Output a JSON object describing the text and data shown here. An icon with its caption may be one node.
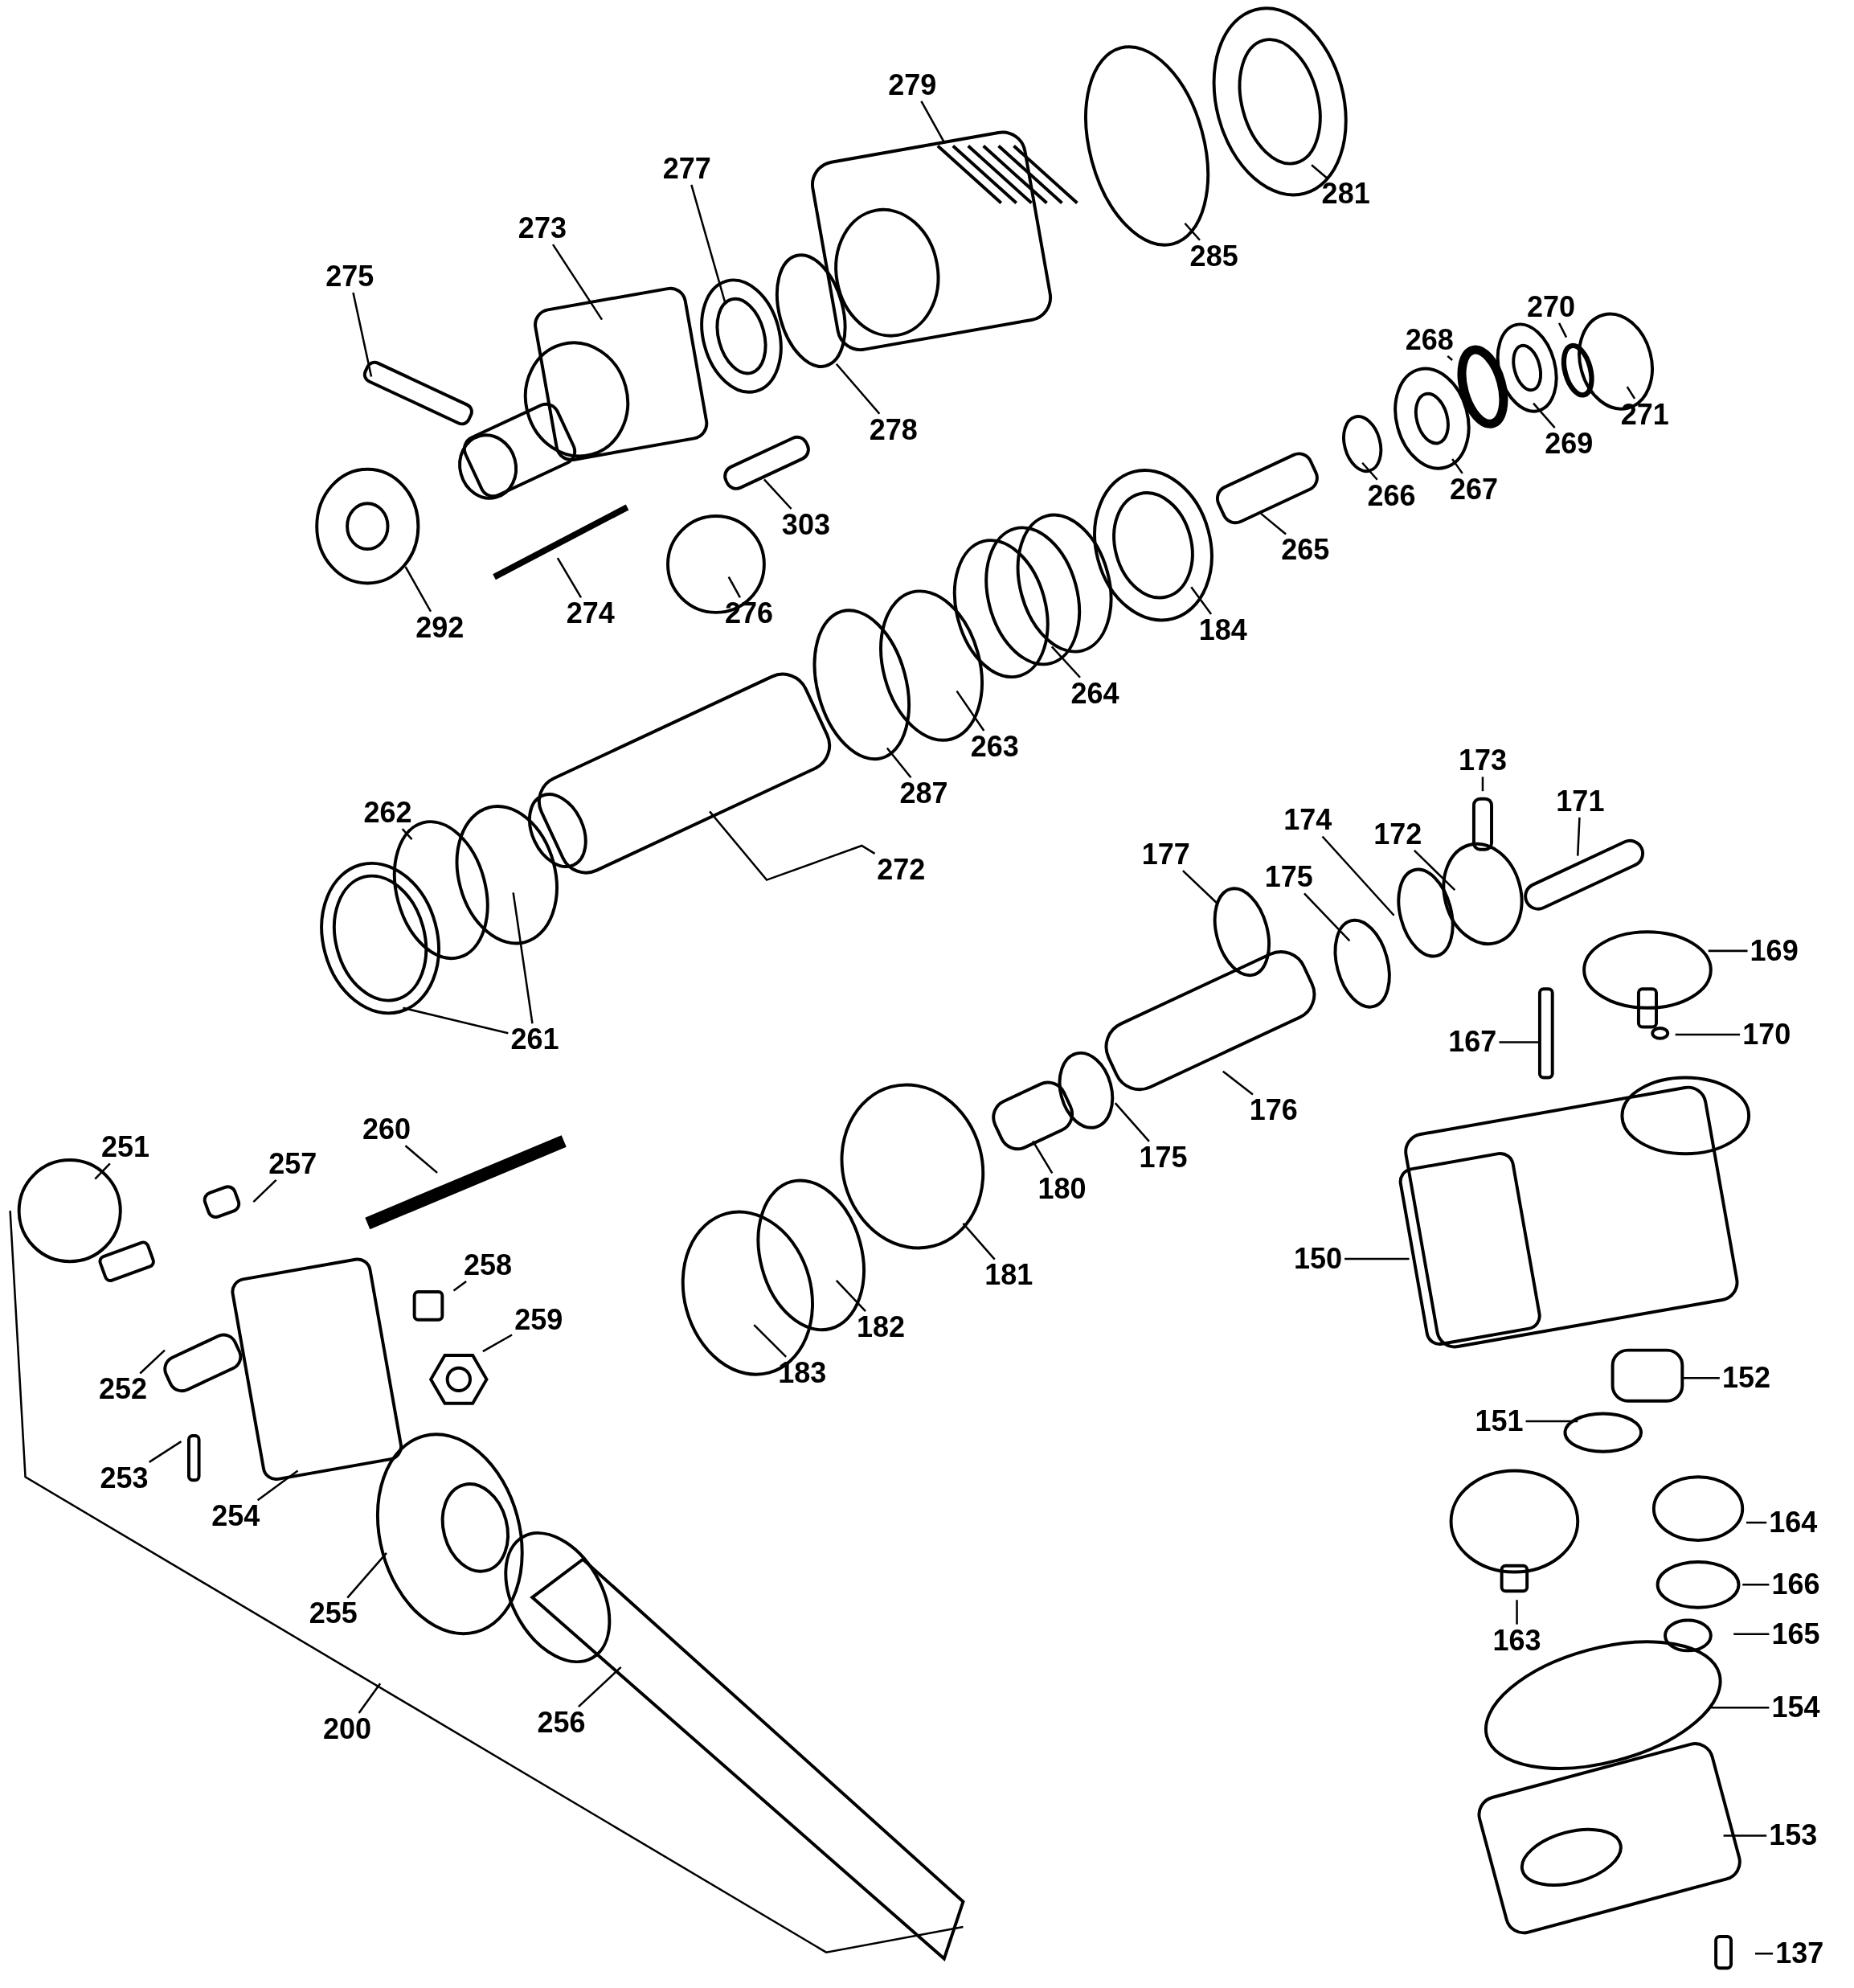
{
  "diagram": {
    "nodes": [
      {
        "text": [
          "279"
        ]
      },
      {
        "text": [
          "281"
        ]
      },
      {
        "text": [
          "285"
        ]
      },
      {
        "text": [
          "277"
        ]
      },
      {
        "text": [
          "273"
        ]
      },
      {
        "text": [
          "275"
        ]
      },
      {
        "text": [
          "278"
        ]
      },
      {
        "text": [
          "270"
        ]
      },
      {
        "text": [
          "268"
        ]
      },
      {
        "text": [
          "271"
        ]
      },
      {
        "text": [
          "269"
        ]
      },
      {
        "text": [
          "303"
        ]
      },
      {
        "text": [
          "267"
        ]
      },
      {
        "text": [
          "266"
        ]
      },
      {
        "text": [
          "265"
        ]
      },
      {
        "text": [
          "292"
        ]
      },
      {
        "text": [
          "274"
        ]
      },
      {
        "text": [
          "276"
        ]
      },
      {
        "text": [
          "184"
        ]
      },
      {
        "text": [
          "264"
        ]
      },
      {
        "text": [
          "263"
        ]
      },
      {
        "text": [
          "287"
        ]
      },
      {
        "text": [
          "262"
        ]
      },
      {
        "text": [
          "173"
        ]
      },
      {
        "text": [
          "171"
        ]
      },
      {
        "text": [
          "272"
        ]
      },
      {
        "text": [
          "177"
        ]
      },
      {
        "text": [
          "174"
        ]
      },
      {
        "text": [
          "172"
        ]
      },
      {
        "text": [
          "175"
        ]
      },
      {
        "text": [
          "169"
        ]
      },
      {
        "text": [
          "261"
        ]
      },
      {
        "text": [
          "170"
        ]
      },
      {
        "text": [
          "167"
        ]
      },
      {
        "text": [
          "176"
        ]
      },
      {
        "text": [
          "260"
        ]
      },
      {
        "text": [
          "251"
        ]
      },
      {
        "text": [
          "175"
        ]
      },
      {
        "text": [
          "257"
        ]
      },
      {
        "text": [
          "180"
        ]
      },
      {
        "text": [
          "150"
        ]
      },
      {
        "text": [
          "258"
        ]
      },
      {
        "text": [
          "181"
        ]
      },
      {
        "text": [
          "259"
        ]
      },
      {
        "text": [
          "182"
        ]
      },
      {
        "text": [
          "183"
        ]
      },
      {
        "text": [
          "252"
        ]
      },
      {
        "text": [
          "152"
        ]
      },
      {
        "text": [
          "151"
        ]
      },
      {
        "text": [
          "253"
        ]
      },
      {
        "text": [
          "254"
        ]
      },
      {
        "text": [
          "164"
        ]
      },
      {
        "text": [
          "166"
        ]
      },
      {
        "text": [
          "255"
        ]
      },
      {
        "text": [
          "163"
        ]
      },
      {
        "text": [
          "165"
        ]
      },
      {
        "text": [
          "200"
        ]
      },
      {
        "text": [
          "154"
        ]
      },
      {
        "text": [
          "256"
        ]
      },
      {
        "text": [
          "153"
        ]
      },
      {
        "text": [
          "137"
        ]
      }
    ],
    "edges": [
      {
        "from": 0,
        "to": null,
        "arrow": "none"
      },
      {
        "from": 1,
        "to": null,
        "arrow": "none"
      },
      {
        "from": 2,
        "to": null,
        "arrow": "none"
      },
      {
        "from": 3,
        "to": null,
        "arrow": "none"
      },
      {
        "from": 4,
        "to": null,
        "arrow": "none"
      },
      {
        "from": 5,
        "to": null,
        "arrow": "none"
      },
      {
        "from": 6,
        "to": null,
        "arrow": "none"
      },
      {
        "from": 7,
        "to": null,
        "arrow": "none"
      },
      {
        "from": 8,
        "to": null,
        "arrow": "none"
      },
      {
        "from": 9,
        "to": null,
        "arrow": "none"
      },
      {
        "from": 10,
        "to": null,
        "arrow": "none"
      },
      {
        "from": 11,
        "to": null,
        "arrow": "none"
      },
      {
        "from": 12,
        "to": null,
        "arrow": "none"
      },
      {
        "from": 13,
        "to": null,
        "arrow": "none"
      },
      {
        "from": 14,
        "to": null,
        "arrow": "none"
      },
      {
        "from": 15,
        "to": null,
        "arrow": "none"
      },
      {
        "from": 16,
        "to": null,
        "arrow": "none"
      },
      {
        "from": 17,
        "to": null,
        "arrow": "none"
      },
      {
        "from": 18,
        "to": null,
        "arrow": "none"
      },
      {
        "from": 19,
        "to": null,
        "arrow": "none"
      },
      {
        "from": 20,
        "to": null,
        "arrow": "none"
      },
      {
        "from": 21,
        "to": null,
        "arrow": "none"
      },
      {
        "from": 22,
        "to": null,
        "arrow": "none"
      },
      {
        "from": 23,
        "to": null,
        "arrow": "none"
      },
      {
        "from": 24,
        "to": null,
        "arrow": "none"
      },
      {
        "from": 25,
        "to": null,
        "arrow": "none"
      },
      {
        "from": 26,
        "to": null,
        "arrow": "none"
      },
      {
        "from": 27,
        "to": null,
        "arrow": "none"
      },
      {
        "from": 28,
        "to": null,
        "arrow": "none"
      },
      {
        "from": 29,
        "to": null,
        "arrow": "none"
      },
      {
        "from": 30,
        "to": null,
        "arrow": "none"
      },
      {
        "from": 31,
        "to": null,
        "arrow": "none"
      },
      {
        "from": 31,
        "to": null,
        "arrow": "none"
      },
      {
        "from": 32,
        "to": null,
        "arrow": "none"
      },
      {
        "from": 33,
        "to": null,
        "arrow": "none"
      },
      {
        "from": 34,
        "to": null,
        "arrow": "none"
      },
      {
        "from": 35,
        "to": null,
        "arrow": "none"
      },
      {
        "from": 36,
        "to": null,
        "arrow": "none"
      },
      {
        "from": 37,
        "to": null,
        "arrow": "none"
      },
      {
        "from": 38,
        "to": null,
        "arrow": "none"
      },
      {
        "from": 39,
        "to": null,
        "arrow": "none"
      },
      {
        "from": 40,
        "to": null,
        "arrow": "none"
      },
      {
        "from": 41,
        "to": null,
        "arrow": "none"
      },
      {
        "from": 42,
        "to": null,
        "arrow": "none"
      },
      {
        "from": 43,
        "to": null,
        "arrow": "none"
      },
      {
        "from": 44,
        "to": null,
        "arrow": "none"
      },
      {
        "from": 45,
        "to": null,
        "arrow": "none"
      },
      {
        "from": 46,
        "to": null,
        "arrow": "none"
      },
      {
        "from": 47,
        "to": null,
        "arrow": "none"
      },
      {
        "from": 48,
        "to": null,
        "arrow": "none"
      },
      {
        "from": 49,
        "to": null,
        "arrow": "none"
      },
      {
        "from": 50,
        "to": null,
        "arrow": "none"
      },
      {
        "from": 51,
        "to": null,
        "arrow": "none"
      },
      {
        "from": 52,
        "to": null,
        "arrow": "none"
      },
      {
        "from": 53,
        "to": null,
        "arrow": "none"
      },
      {
        "from": 54,
        "to": null,
        "arrow": "none"
      },
      {
        "from": 55,
        "to": null,
        "arrow": "none"
      },
      {
        "from": 56,
        "to": null,
        "arrow": "none"
      },
      {
        "from": 57,
        "to": null,
        "arrow": "none"
      },
      {
        "from": 58,
        "to": null,
        "arrow": "none"
      },
      {
        "from": 59,
        "to": null,
        "arrow": "none"
      },
      {
        "from": 60,
        "to": null,
        "arrow": "none"
      }
    ]
  }
}
